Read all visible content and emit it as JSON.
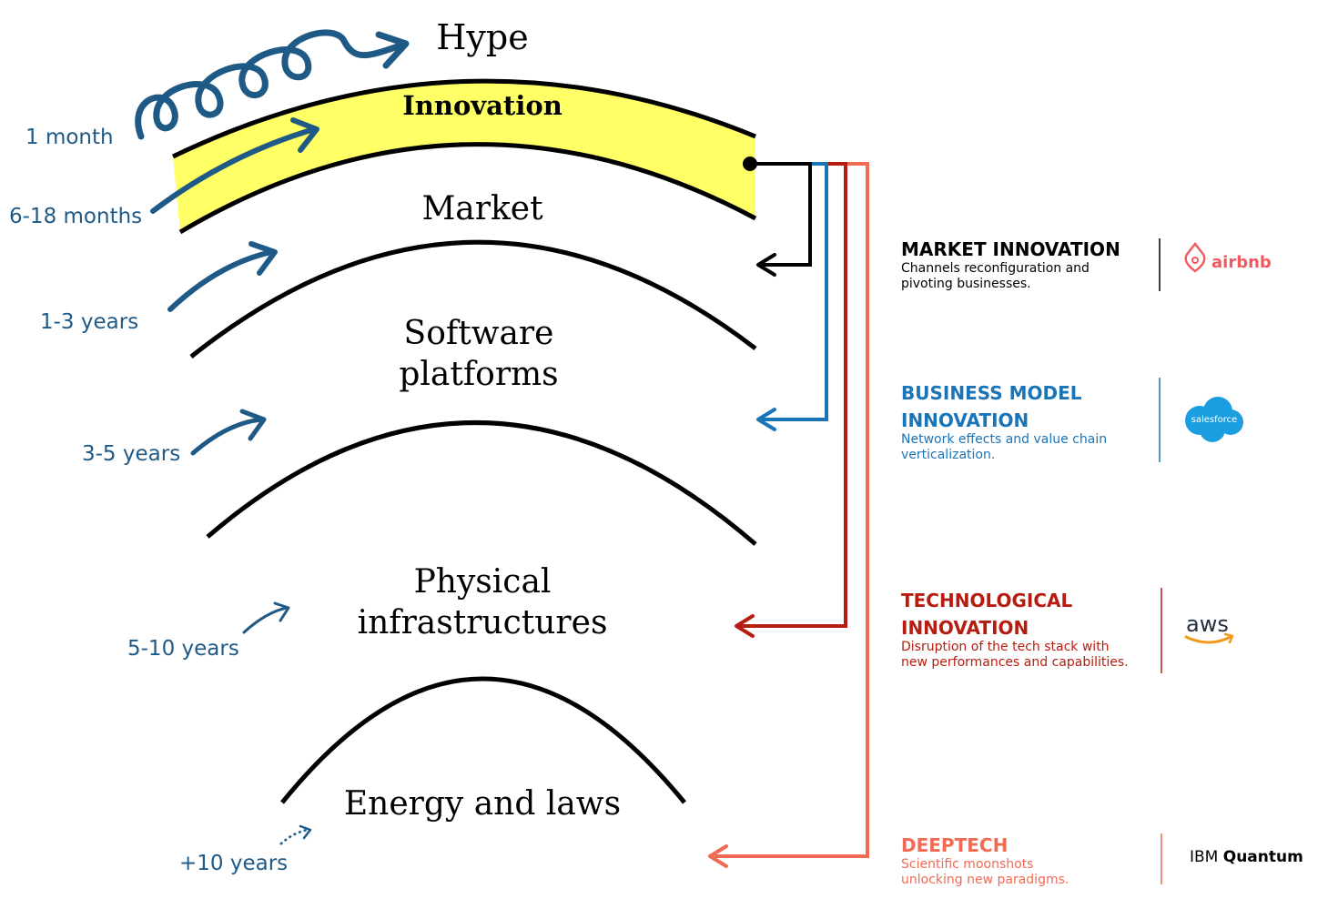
{
  "colors": {
    "timeline": "#1f5a87",
    "highlight": "#ffff66",
    "market": "#000000",
    "business": "#1a74b8",
    "tech": "#b61d10",
    "deeptech": "#f06a54"
  },
  "layers": {
    "hype": "Hype",
    "innovation": "Innovation",
    "market": "Market",
    "software_line1": "Software",
    "software_line2": "platforms",
    "physical_line1": "Physical",
    "physical_line2": "infrastructures",
    "energy": "Energy and laws"
  },
  "timeframes": [
    "1 month",
    "6-18 months",
    "1-3 years",
    "3-5 years",
    "5-10 years",
    "+10 years"
  ],
  "innovation_types": [
    {
      "title": "MARKET INNOVATION",
      "desc_line1": "Channels reconfiguration and",
      "desc_line2": "pivoting businesses.",
      "logo": "airbnb",
      "logo_icon": "airbnb-icon"
    },
    {
      "title_line1": "BUSINESS MODEL",
      "title_line2": "INNOVATION",
      "desc_line1": "Network effects and value chain",
      "desc_line2": "verticalization.",
      "logo": "salesforce",
      "logo_icon": "salesforce-cloud-icon"
    },
    {
      "title_line1": "TECHNOLOGICAL",
      "title_line2": "INNOVATION",
      "desc_line1": "Disruption of the tech stack with",
      "desc_line2": "new performances and capabilities.",
      "logo": "aws",
      "logo_icon": "aws-smile-icon"
    },
    {
      "title": "DEEPTECH",
      "desc_line1": "Scientific moonshots",
      "desc_line2": "unlocking new paradigms.",
      "logo_part1": "IBM",
      "logo_part2": "Quantum"
    }
  ]
}
